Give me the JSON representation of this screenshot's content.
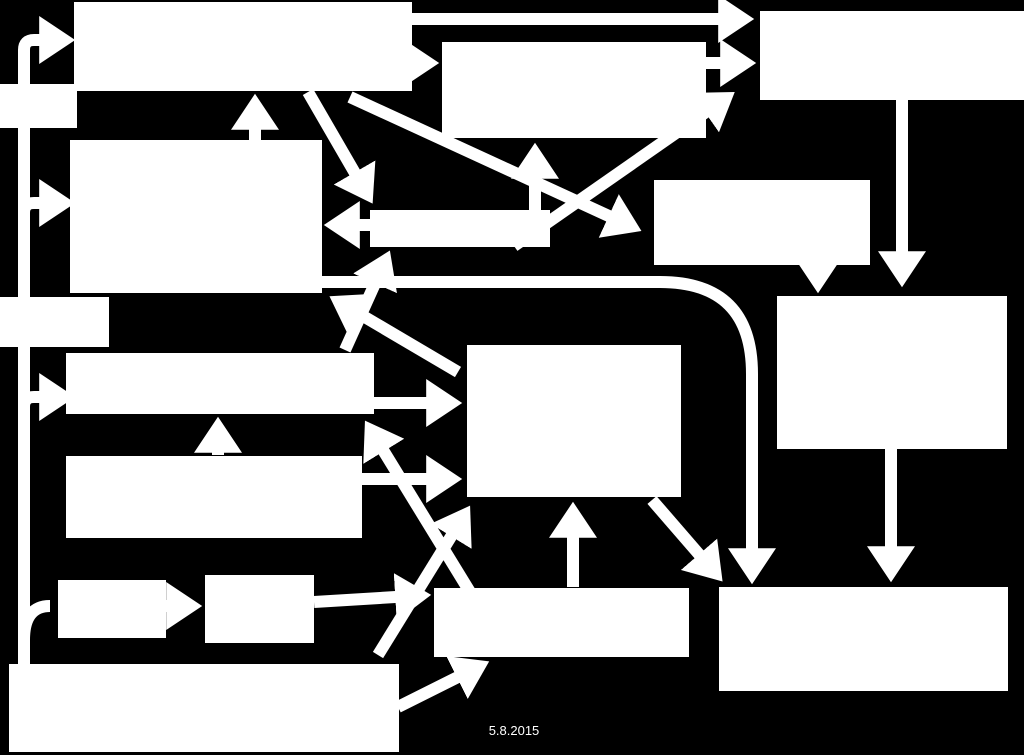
{
  "colors": {
    "background": "#000000",
    "foreground": "#ffffff"
  },
  "footer": {
    "date": "5.8.2015"
  },
  "nodes": [
    {
      "id": "top-center",
      "text": ""
    },
    {
      "id": "top-middle",
      "text": ""
    },
    {
      "id": "top-right",
      "text": ""
    },
    {
      "id": "left-small-top",
      "text": ""
    },
    {
      "id": "left-large",
      "text": ""
    },
    {
      "id": "center-mid",
      "text": ""
    },
    {
      "id": "right-mid-small",
      "text": ""
    },
    {
      "id": "left-small-mid",
      "text": ""
    },
    {
      "id": "right-large",
      "text": ""
    },
    {
      "id": "left-wide-bar",
      "text": ""
    },
    {
      "id": "center-large",
      "text": ""
    },
    {
      "id": "left-wide-lower",
      "text": ""
    },
    {
      "id": "bottom-small-a",
      "text": ""
    },
    {
      "id": "bottom-small-b",
      "text": ""
    },
    {
      "id": "bottom-center",
      "text": ""
    },
    {
      "id": "bottom-right",
      "text": ""
    },
    {
      "id": "bottom-left-base",
      "text": ""
    }
  ]
}
